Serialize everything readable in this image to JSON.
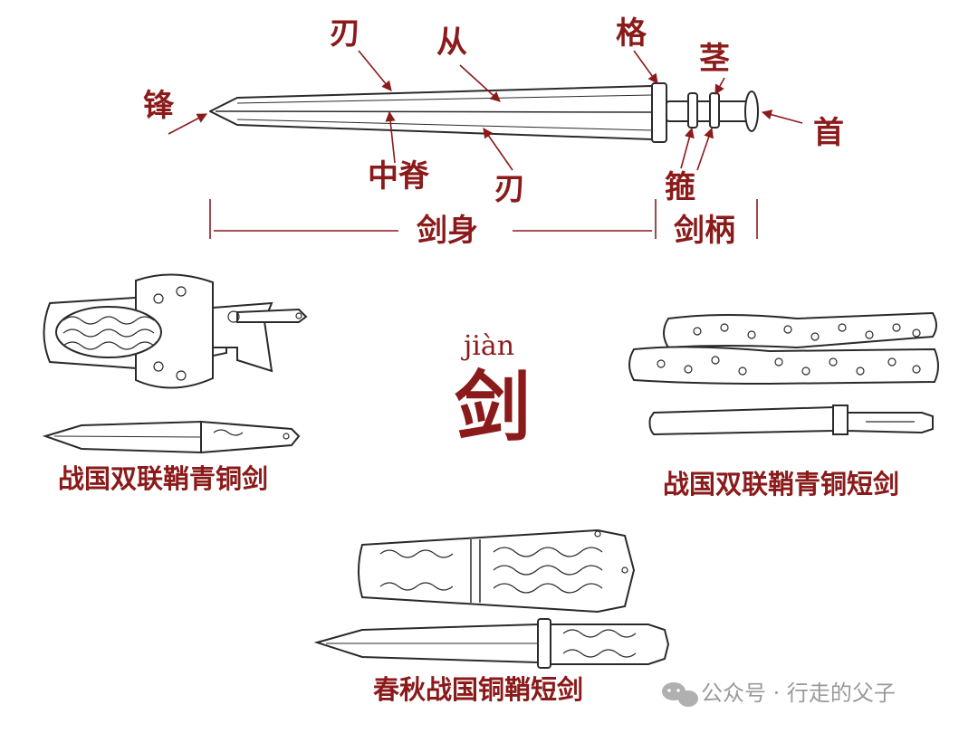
{
  "colors": {
    "accent": "#8b1a1a",
    "ink": "#2a2a2a",
    "paper": "#ffffff",
    "watermark": "#9a9a9a"
  },
  "main_sword_labels": {
    "feng": "锋",
    "ren_top": "刃",
    "cong": "从",
    "ge": "格",
    "jing": "茎",
    "shou": "首",
    "zhongji": "中脊",
    "ren_bottom": "刃",
    "gu": "箍",
    "jianshen": "剑身",
    "jianbing": "剑柄"
  },
  "title": {
    "pinyin": "jiàn",
    "character": "剑"
  },
  "captions": {
    "left": "战国双联鞘青铜剑",
    "right": "战国双联鞘青铜短剑",
    "bottom": "春秋战国铜鞘短剑"
  },
  "watermark": {
    "icon": "wechat-icon",
    "text": "公众号 · 行走的父子"
  }
}
